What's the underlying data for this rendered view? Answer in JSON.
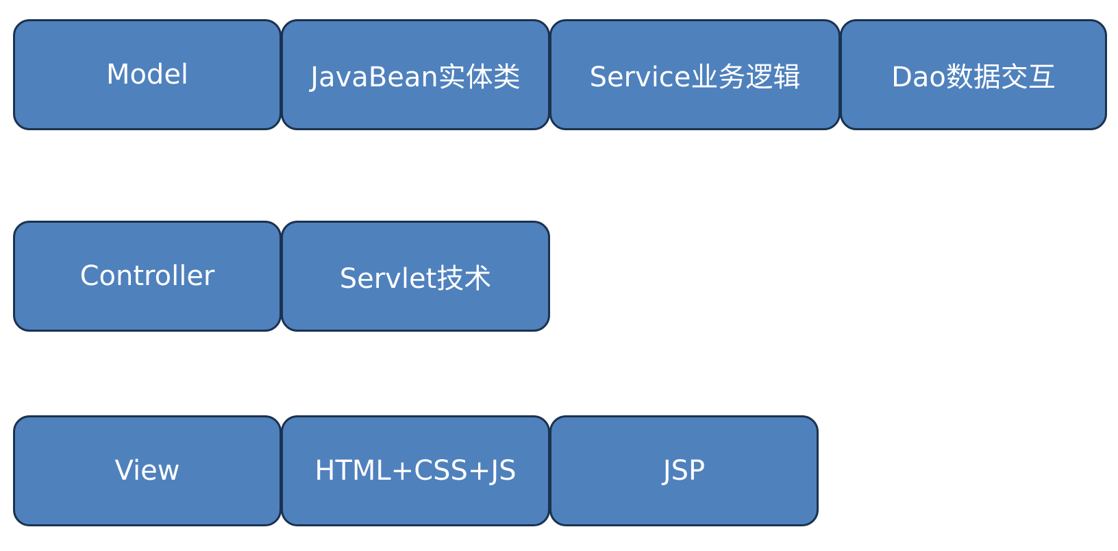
{
  "diagram": {
    "rows": [
      {
        "layer": "Model",
        "items": [
          "JavaBean实体类",
          "Service业务逻辑",
          "Dao数据交互"
        ]
      },
      {
        "layer": "Controller",
        "items": [
          "Servlet技术"
        ]
      },
      {
        "layer": "View",
        "items": [
          "HTML+CSS+JS",
          "JSP"
        ]
      }
    ],
    "colors": {
      "box_fill": "#4f81bd",
      "box_border": "#1b324f",
      "text": "#ffffff",
      "background": "#ffffff"
    }
  }
}
